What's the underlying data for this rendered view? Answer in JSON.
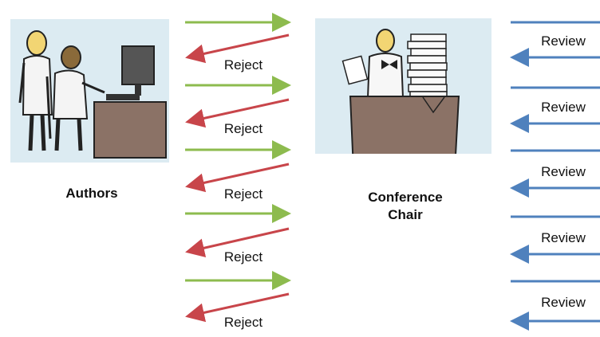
{
  "authors": {
    "caption": "Authors"
  },
  "chair": {
    "caption_line1": "Conference",
    "caption_line2": "Chair"
  },
  "reject_labels": [
    "Reject",
    "Reject",
    "Reject",
    "Reject",
    "Reject"
  ],
  "review_labels": [
    "Review",
    "Review",
    "Review",
    "Review",
    "Review"
  ],
  "colors": {
    "submit_arrow": "#8dbb4e",
    "reject_arrow": "#c8454a",
    "review_arrow": "#4f81bd",
    "panel_bg": "#dcebf2",
    "desk": "#8b7266"
  }
}
